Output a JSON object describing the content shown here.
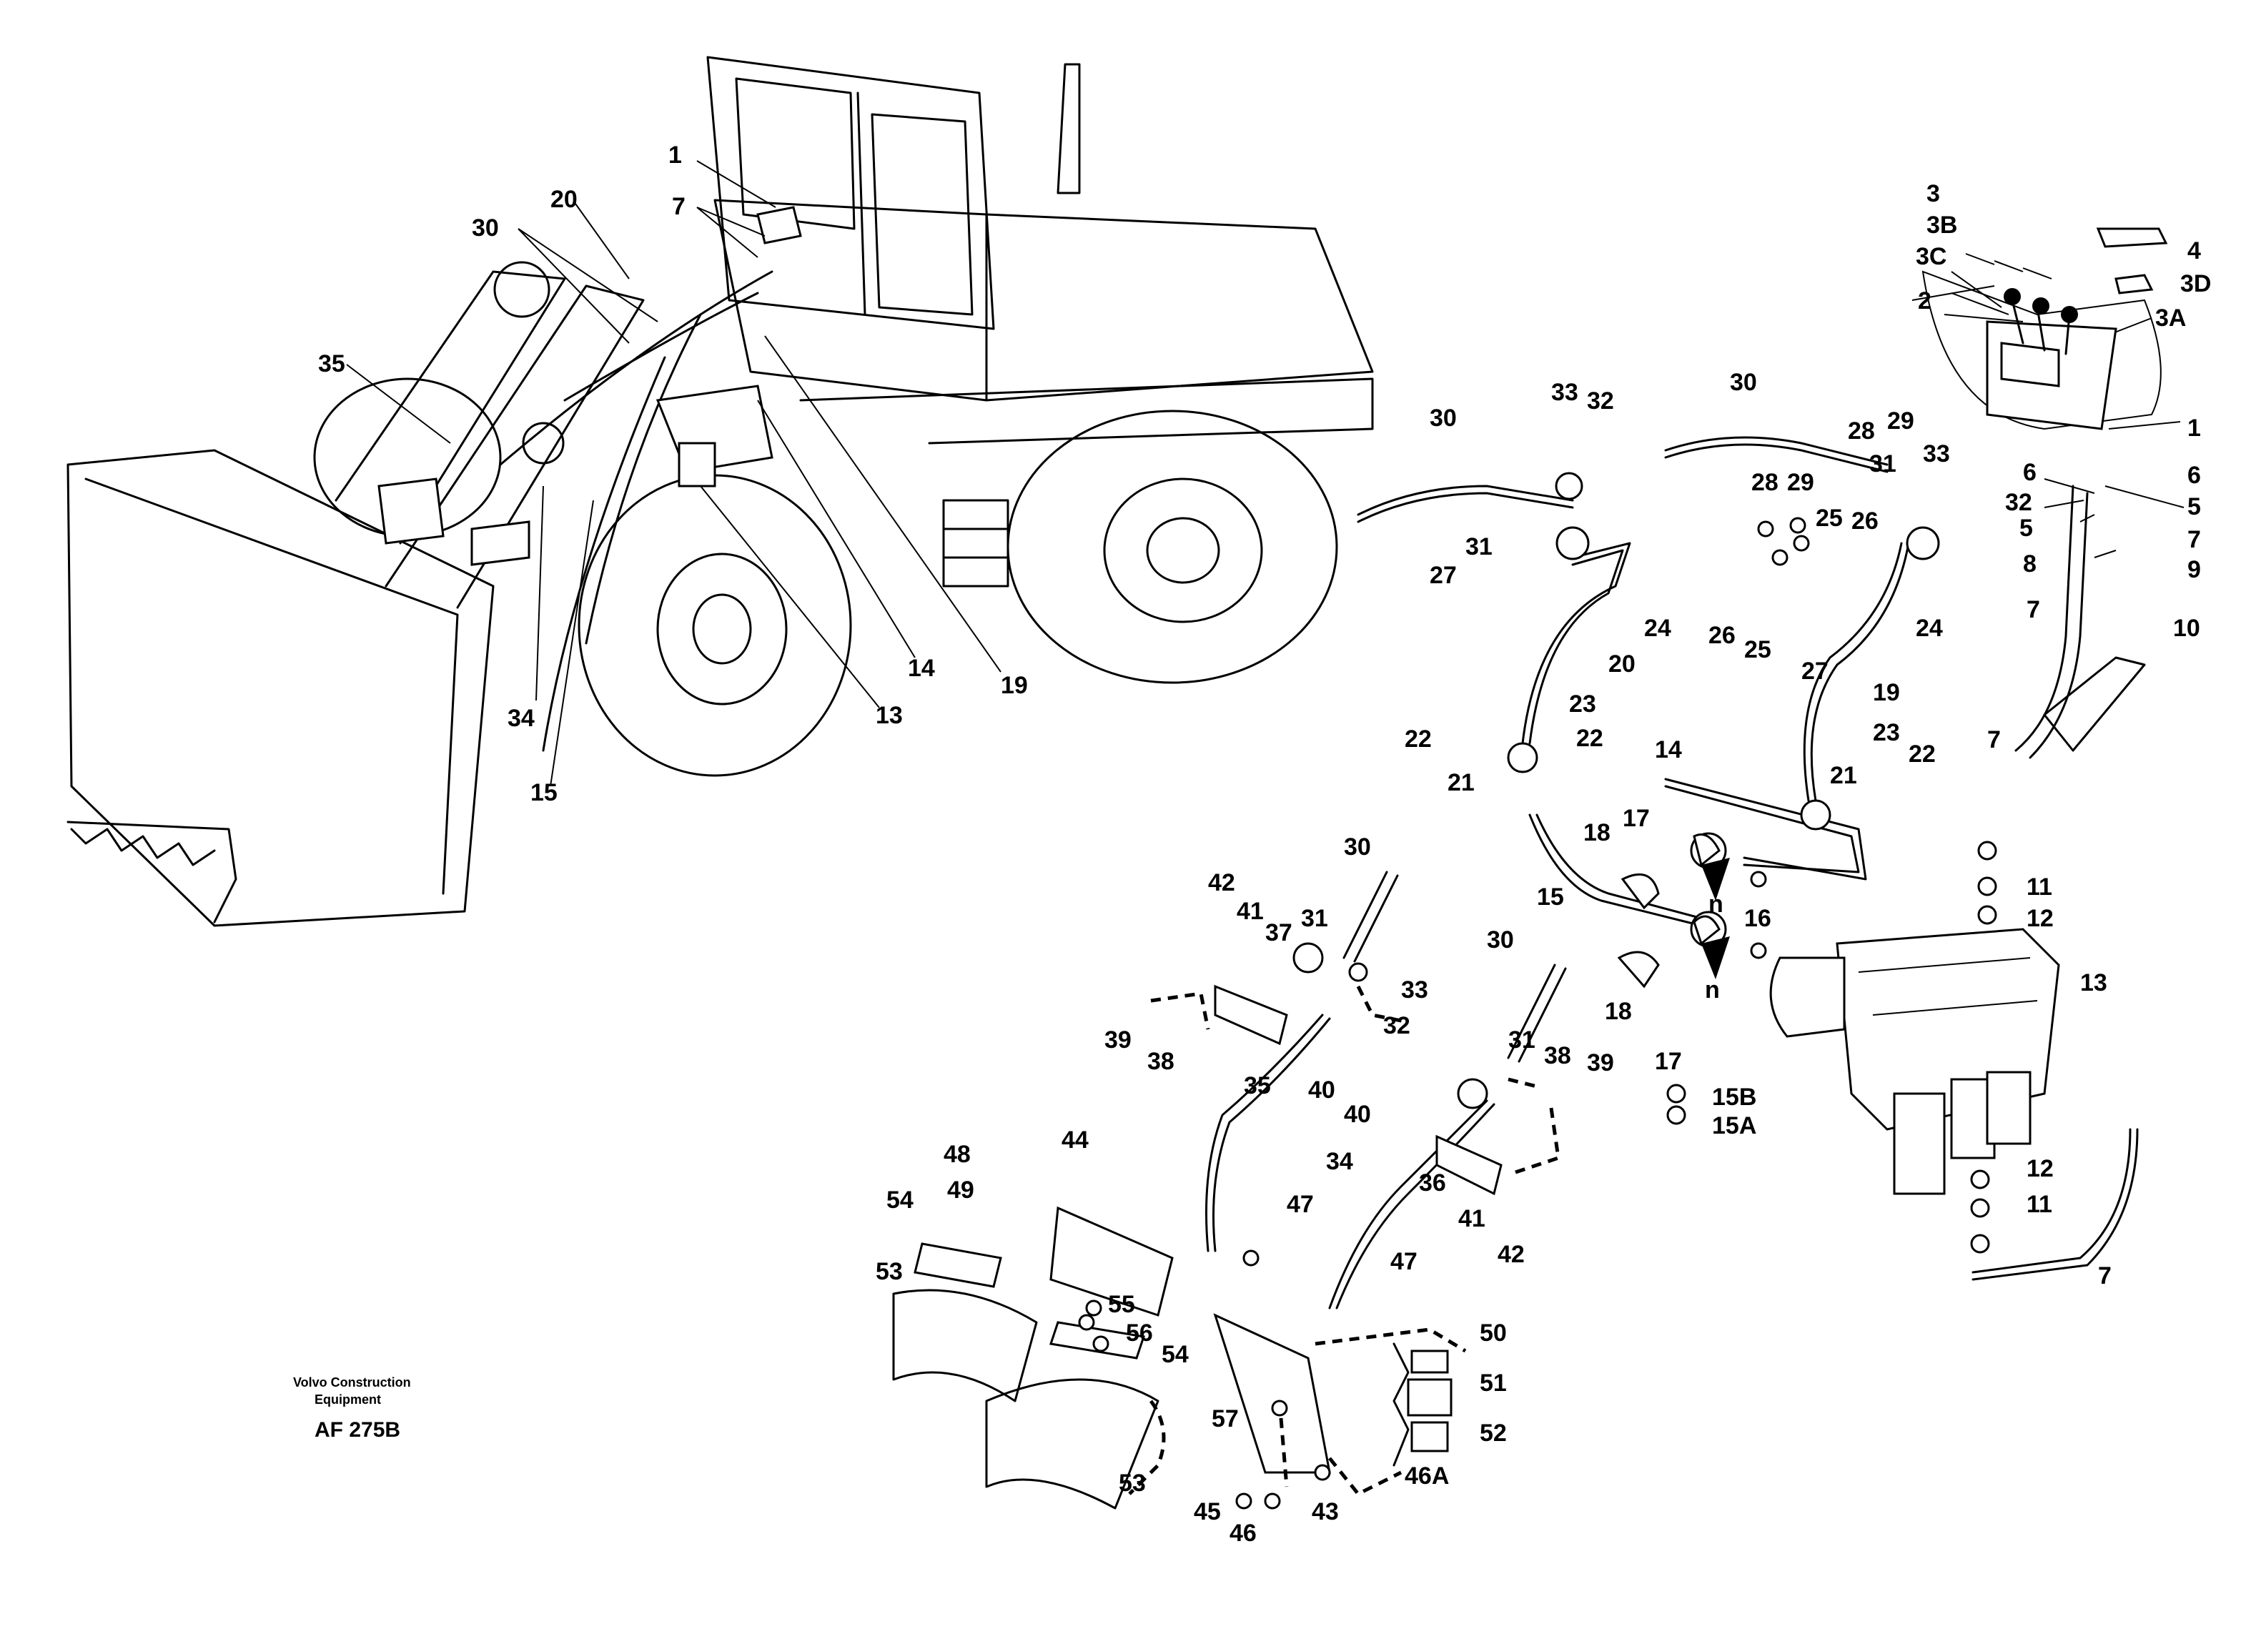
{
  "publisher": {
    "line1": "Volvo Construction",
    "line2": "Equipment",
    "code": "AF 275B"
  },
  "labels": [
    {
      "id": "1a",
      "text": "1"
    },
    {
      "id": "7a",
      "text": "7"
    },
    {
      "id": "20a",
      "text": "20"
    },
    {
      "id": "30a",
      "text": "30"
    },
    {
      "id": "35a",
      "text": "35"
    },
    {
      "id": "14a",
      "text": "14"
    },
    {
      "id": "19a",
      "text": "19"
    },
    {
      "id": "13a",
      "text": "13"
    },
    {
      "id": "34a",
      "text": "34"
    },
    {
      "id": "15a",
      "text": "15"
    },
    {
      "id": "3",
      "text": "3"
    },
    {
      "id": "3B",
      "text": "3B"
    },
    {
      "id": "3C",
      "text": "3C"
    },
    {
      "id": "4",
      "text": "4"
    },
    {
      "id": "3D",
      "text": "3D"
    },
    {
      "id": "2",
      "text": "2"
    },
    {
      "id": "3A",
      "text": "3A"
    },
    {
      "id": "1b",
      "text": "1"
    },
    {
      "id": "6l",
      "text": "6"
    },
    {
      "id": "6r",
      "text": "6"
    },
    {
      "id": "5l",
      "text": "5"
    },
    {
      "id": "5r",
      "text": "5"
    },
    {
      "id": "7r",
      "text": "7"
    },
    {
      "id": "8",
      "text": "8"
    },
    {
      "id": "9",
      "text": "9"
    },
    {
      "id": "7s",
      "text": "7"
    },
    {
      "id": "10",
      "text": "10"
    },
    {
      "id": "30b",
      "text": "30"
    },
    {
      "id": "30c",
      "text": "30"
    },
    {
      "id": "33a",
      "text": "33"
    },
    {
      "id": "32a",
      "text": "32"
    },
    {
      "id": "31a",
      "text": "31"
    },
    {
      "id": "28a",
      "text": "28"
    },
    {
      "id": "29a",
      "text": "29"
    },
    {
      "id": "28b",
      "text": "28"
    },
    {
      "id": "29b",
      "text": "29"
    },
    {
      "id": "33b",
      "text": "33"
    },
    {
      "id": "32b",
      "text": "32"
    },
    {
      "id": "31b",
      "text": "31"
    },
    {
      "id": "27a",
      "text": "27"
    },
    {
      "id": "24a",
      "text": "24"
    },
    {
      "id": "26a",
      "text": "26"
    },
    {
      "id": "25a",
      "text": "25"
    },
    {
      "id": "25b",
      "text": "25"
    },
    {
      "id": "26b",
      "text": "26"
    },
    {
      "id": "24b",
      "text": "24"
    },
    {
      "id": "27b",
      "text": "27"
    },
    {
      "id": "20b",
      "text": "20"
    },
    {
      "id": "19b",
      "text": "19"
    },
    {
      "id": "22a",
      "text": "22"
    },
    {
      "id": "23a",
      "text": "23"
    },
    {
      "id": "22b",
      "text": "22"
    },
    {
      "id": "21a",
      "text": "21"
    },
    {
      "id": "14b",
      "text": "14"
    },
    {
      "id": "23b",
      "text": "23"
    },
    {
      "id": "22c",
      "text": "22"
    },
    {
      "id": "21b",
      "text": "21"
    },
    {
      "id": "18a",
      "text": "18"
    },
    {
      "id": "17a",
      "text": "17"
    },
    {
      "id": "na",
      "text": "n"
    },
    {
      "id": "16",
      "text": "16"
    },
    {
      "id": "15b",
      "text": "15"
    },
    {
      "id": "18b",
      "text": "18"
    },
    {
      "id": "nb",
      "text": "n"
    },
    {
      "id": "17b",
      "text": "17"
    },
    {
      "id": "15B",
      "text": "15B"
    },
    {
      "id": "15A",
      "text": "15A"
    },
    {
      "id": "11a",
      "text": "11"
    },
    {
      "id": "12a",
      "text": "12"
    },
    {
      "id": "13b",
      "text": "13"
    },
    {
      "id": "7t",
      "text": "7"
    },
    {
      "id": "12b",
      "text": "12"
    },
    {
      "id": "11b",
      "text": "11"
    },
    {
      "id": "7u",
      "text": "7"
    },
    {
      "id": "30d",
      "text": "30"
    },
    {
      "id": "42a",
      "text": "42"
    },
    {
      "id": "41a",
      "text": "41"
    },
    {
      "id": "37",
      "text": "37"
    },
    {
      "id": "31c",
      "text": "31"
    },
    {
      "id": "33c",
      "text": "33"
    },
    {
      "id": "32c",
      "text": "32"
    },
    {
      "id": "30e",
      "text": "30"
    },
    {
      "id": "31d",
      "text": "31"
    },
    {
      "id": "39a",
      "text": "39"
    },
    {
      "id": "38a",
      "text": "38"
    },
    {
      "id": "35b",
      "text": "35"
    },
    {
      "id": "40a",
      "text": "40"
    },
    {
      "id": "40b",
      "text": "40"
    },
    {
      "id": "38b",
      "text": "38"
    },
    {
      "id": "39b",
      "text": "39"
    },
    {
      "id": "36",
      "text": "36"
    },
    {
      "id": "41b",
      "text": "41"
    },
    {
      "id": "42b",
      "text": "42"
    },
    {
      "id": "34b",
      "text": "34"
    },
    {
      "id": "47a",
      "text": "47"
    },
    {
      "id": "47b",
      "text": "47"
    },
    {
      "id": "48",
      "text": "48"
    },
    {
      "id": "44",
      "text": "44"
    },
    {
      "id": "49",
      "text": "49"
    },
    {
      "id": "54a",
      "text": "54"
    },
    {
      "id": "53a",
      "text": "53"
    },
    {
      "id": "55",
      "text": "55"
    },
    {
      "id": "56",
      "text": "56"
    },
    {
      "id": "54b",
      "text": "54"
    },
    {
      "id": "53b",
      "text": "53"
    },
    {
      "id": "57",
      "text": "57"
    },
    {
      "id": "45",
      "text": "45"
    },
    {
      "id": "46",
      "text": "46"
    },
    {
      "id": "43",
      "text": "43"
    },
    {
      "id": "46A",
      "text": "46A"
    },
    {
      "id": "50",
      "text": "50"
    },
    {
      "id": "51",
      "text": "51"
    },
    {
      "id": "52",
      "text": "52"
    }
  ]
}
